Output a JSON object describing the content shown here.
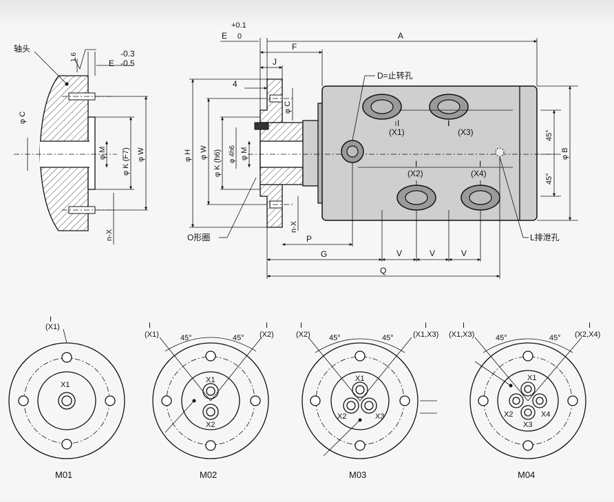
{
  "labels": {
    "shaft_head": "轴头",
    "rough": "1.6",
    "tol_upper": "-0.3",
    "tol_lower_prefix": "E",
    "tol_lower": "-0.5",
    "e_plus": "+0.1",
    "e_zero": "0",
    "e": "E",
    "a": "A",
    "f": "F",
    "j": "J",
    "four": "4",
    "phi_c_left": "φ C",
    "phi_m_left": "φ M",
    "phi_k_f7": "φ K (F7)",
    "phi_w_left": "φ W",
    "nx_left": "n-X",
    "phi_h": "φ H",
    "phi_w": "φ W",
    "phi_k_h6": "φ K (h6)",
    "phi_4h6": "φ 4h6",
    "phi_m": "φ M",
    "phi_c": "φ C",
    "nx": "n-X",
    "o_ring": "O形圈",
    "p": "P",
    "g": "G",
    "q": "Q",
    "v": "V",
    "d_hole": "D=止转孔",
    "i": "I",
    "x1": "(X1)",
    "x2": "(X2)",
    "x3": "(X3)",
    "x4": "(X4)",
    "deg45": "45°",
    "phi_b": "φ B",
    "l_drain": "L排泄孔"
  },
  "views": [
    {
      "caption": "M01",
      "callouts": [
        "(X1)"
      ],
      "ports": [
        "X1"
      ]
    },
    {
      "caption": "M02",
      "callouts": [
        "(X1)",
        "(X2)"
      ],
      "angles": [
        "45°",
        "45°"
      ],
      "ports": [
        "X1",
        "X2"
      ]
    },
    {
      "caption": "M03",
      "callouts": [
        "(X2)",
        "(X1,X3)"
      ],
      "angles": [
        "45°",
        "45°"
      ],
      "ports": [
        "X1",
        "X2",
        "X3"
      ]
    },
    {
      "caption": "M04",
      "callouts": [
        "(X1,X3)",
        "(X2,X4)"
      ],
      "angles": [
        "45°",
        "45°"
      ],
      "ports": [
        "X1",
        "X2",
        "X3",
        "X4"
      ]
    }
  ]
}
